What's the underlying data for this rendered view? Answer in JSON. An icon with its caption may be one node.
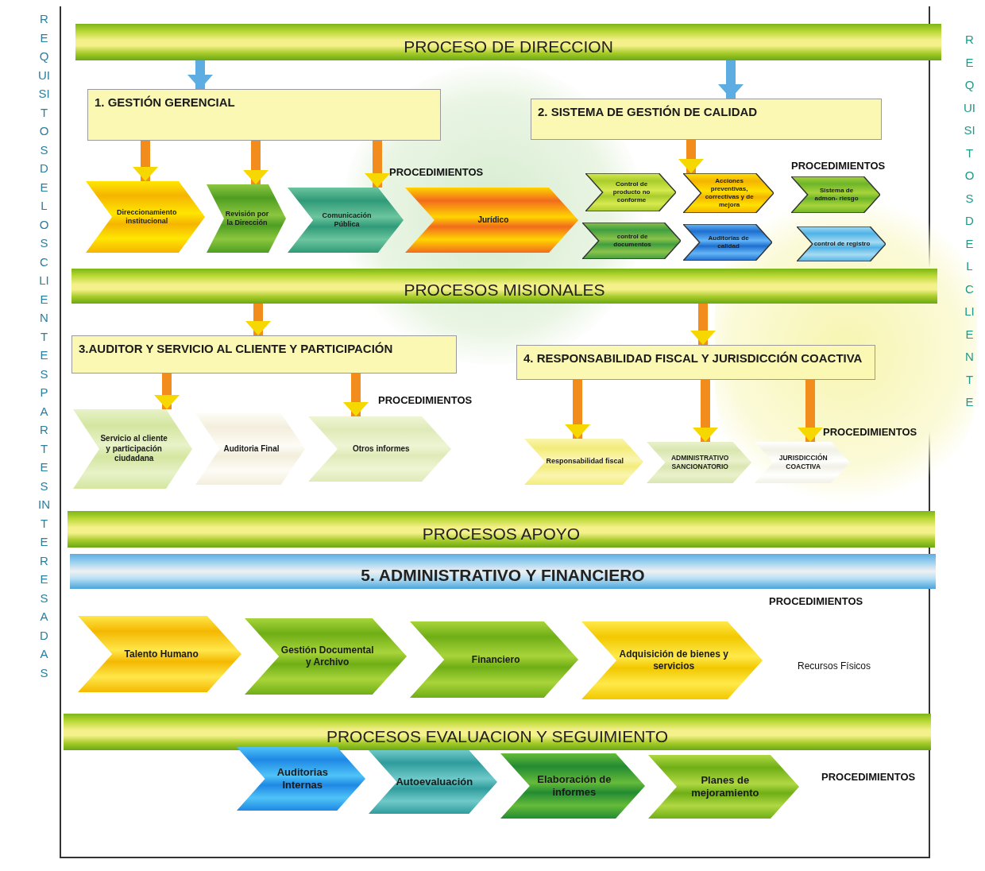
{
  "diagram": {
    "nodes": [
      {
        "text": [
          "PROCESO  DE DIRECCION"
        ]
      },
      {
        "text": [
          "1. GESTIÓN GERENCIAL"
        ]
      },
      {
        "text": [
          "2. SISTEMA DE GESTIÓN DE CALIDAD"
        ]
      },
      {
        "text": [
          "Direccionamiento institucional"
        ]
      },
      {
        "text": [
          "Revisión por la Dirección"
        ]
      },
      {
        "text": [
          "Comunicación Pública"
        ]
      },
      {
        "text": [
          "Jurídico"
        ]
      },
      {
        "text": [
          "Control de producto no conforme"
        ]
      },
      {
        "text": [
          "Acciones preventivas, correctivas y de mejora"
        ]
      },
      {
        "text": [
          "Sistema de admon- riesgo"
        ]
      },
      {
        "text": [
          "control de documentos"
        ]
      },
      {
        "text": [
          "Auditorias de calidad"
        ]
      },
      {
        "text": [
          "control de registro"
        ]
      },
      {
        "text": [
          "PROCESOS  MISIONALES"
        ]
      },
      {
        "text": [
          "3.AUDITOR Y SERVICIO AL CLIENTE Y PARTICIPACIÓN"
        ]
      },
      {
        "text": [
          "4. RESPONSABILIDAD FISCAL  Y JURISDICCIÓN COACTIVA"
        ]
      },
      {
        "text": [
          "Servicio al cliente y participación ciudadana"
        ]
      },
      {
        "text": [
          "Auditoria Final"
        ]
      },
      {
        "text": [
          "Otros informes"
        ]
      },
      {
        "text": [
          "Responsabilidad  fiscal"
        ]
      },
      {
        "text": [
          "ADMINISTRATIVO SANCIONATORIO"
        ]
      },
      {
        "text": [
          "JURISDICCIÓN COACTIVA"
        ]
      },
      {
        "text": [
          "PROCESOS  APOYO"
        ]
      },
      {
        "text": [
          "5. ADMINISTRATIVO Y FINANCIERO"
        ]
      },
      {
        "text": [
          "Talento Humano"
        ]
      },
      {
        "text": [
          "Gestión Documental y Archivo"
        ]
      },
      {
        "text": [
          "Financiero"
        ]
      },
      {
        "text": [
          "Adquisición de bienes y servicios"
        ]
      },
      {
        "text": [
          "PROCESOS EVALUACION Y SEGUIMIENTO"
        ]
      },
      {
        "text": [
          "Auditorias Internas"
        ]
      },
      {
        "text": [
          "Autoevaluación"
        ]
      },
      {
        "text": [
          "Elaboración de informes"
        ]
      },
      {
        "text": [
          "Planes de mejoramiento"
        ]
      }
    ],
    "edges": [
      {
        "from": 0,
        "to": 1,
        "arrow": "to",
        "color": "#5dade2"
      },
      {
        "from": 0,
        "to": 2,
        "arrow": "to",
        "color": "#5dade2"
      },
      {
        "from": 1,
        "to": 3,
        "arrow": "to"
      },
      {
        "from": 1,
        "to": 4,
        "arrow": "to"
      },
      {
        "from": 1,
        "to": 5,
        "arrow": "to"
      },
      {
        "from": 2,
        "to": 8,
        "arrow": "to"
      },
      {
        "from": 13,
        "to": 14,
        "arrow": "to"
      },
      {
        "from": 13,
        "to": 15,
        "arrow": "to"
      },
      {
        "from": 14,
        "to": 16,
        "arrow": "to"
      },
      {
        "from": 14,
        "to": 18,
        "arrow": "to"
      },
      {
        "from": 15,
        "to": 19,
        "arrow": "to"
      },
      {
        "from": 15,
        "to": 20,
        "arrow": "to"
      },
      {
        "from": 15,
        "to": 21,
        "arrow": "to"
      }
    ],
    "labels": [
      "REQUISITOS DE LOS CLIENTES PARTES INTERESADAS",
      "REQUISITOS DEL CLIENTE",
      "PROCEDIMIENTOS",
      "PROCEDIMIENTOS",
      "PROCEDIMIENTOS",
      "PROCEDIMIENTOS",
      "PROCEDIMIENTOS",
      "Recursos Físicos",
      "PROCEDIMIENTOS"
    ]
  }
}
